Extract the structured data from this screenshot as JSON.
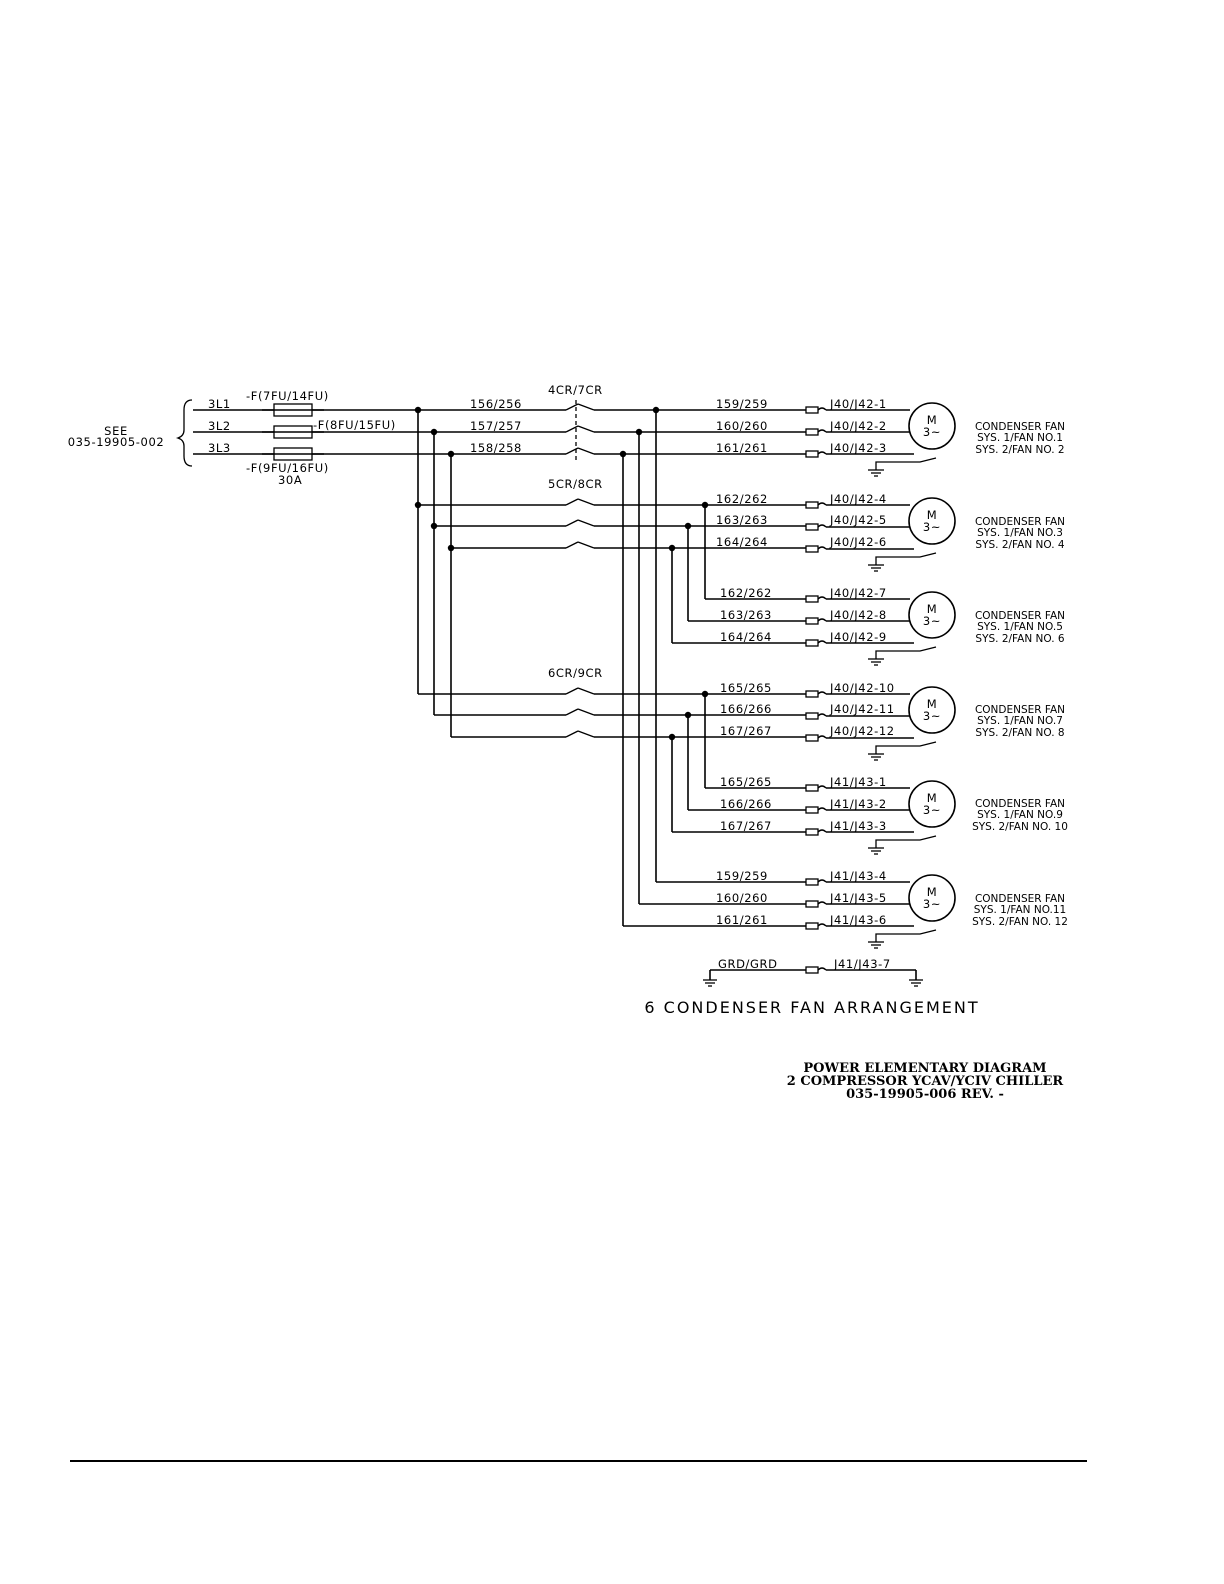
{
  "diagram": {
    "source_ref": {
      "see": "SEE",
      "drawing": "035-19905-002"
    },
    "lines": [
      "3L1",
      "3L2",
      "3L3"
    ],
    "fuses": [
      "-F(7FU/14FU)",
      "-F(8FU/15FU)",
      "-F(9FU/16FU)"
    ],
    "fuse_rating": "30A",
    "feeder_wires": [
      "156/256",
      "157/257",
      "158/258"
    ],
    "contactors": [
      "4CR/7CR",
      "5CR/8CR",
      "6CR/9CR"
    ],
    "motor_symbol": {
      "top": "M",
      "bottom": "3~"
    },
    "fans": [
      {
        "wires": [
          "159/259",
          "160/260",
          "161/261"
        ],
        "pins": [
          "J40/J42-1",
          "J40/J42-2",
          "J40/J42-3"
        ],
        "label": [
          "CONDENSER FAN",
          "SYS. 1/FAN NO.1",
          "SYS. 2/FAN NO. 2"
        ]
      },
      {
        "wires": [
          "162/262",
          "163/263",
          "164/264"
        ],
        "pins": [
          "J40/J42-4",
          "J40/J42-5",
          "J40/J42-6"
        ],
        "label": [
          "CONDENSER FAN",
          "SYS. 1/FAN NO.3",
          "SYS. 2/FAN NO. 4"
        ]
      },
      {
        "wires": [
          "162/262",
          "163/263",
          "164/264"
        ],
        "pins": [
          "J40/J42-7",
          "J40/J42-8",
          "J40/J42-9"
        ],
        "label": [
          "CONDENSER FAN",
          "SYS. 1/FAN NO.5",
          "SYS. 2/FAN NO. 6"
        ]
      },
      {
        "wires": [
          "165/265",
          "166/266",
          "167/267"
        ],
        "pins": [
          "J40/J42-10",
          "J40/J42-11",
          "J40/J42-12"
        ],
        "label": [
          "CONDENSER FAN",
          "SYS. 1/FAN NO.7",
          "SYS. 2/FAN NO. 8"
        ]
      },
      {
        "wires": [
          "165/265",
          "166/266",
          "167/267"
        ],
        "pins": [
          "J41/J43-1",
          "J41/J43-2",
          "J41/J43-3"
        ],
        "label": [
          "CONDENSER FAN",
          "SYS. 1/FAN NO.9",
          "SYS. 2/FAN NO. 10"
        ]
      },
      {
        "wires": [
          "159/259",
          "160/260",
          "161/261"
        ],
        "pins": [
          "J41/J43-4",
          "J41/J43-5",
          "J41/J43-6"
        ],
        "label": [
          "CONDENSER FAN",
          "SYS. 1/FAN NO.11",
          "SYS. 2/FAN NO. 12"
        ]
      }
    ],
    "ground": {
      "wire": "GRD/GRD",
      "pin": "J41/J43-7"
    },
    "caption": "6 CONDENSER FAN ARRANGEMENT"
  },
  "title_block": {
    "line1": "POWER ELEMENTARY DIAGRAM",
    "line2": "2 COMPRESSOR YCAV/YCIV CHILLER",
    "line3": "035-19905-006   REV. -"
  }
}
